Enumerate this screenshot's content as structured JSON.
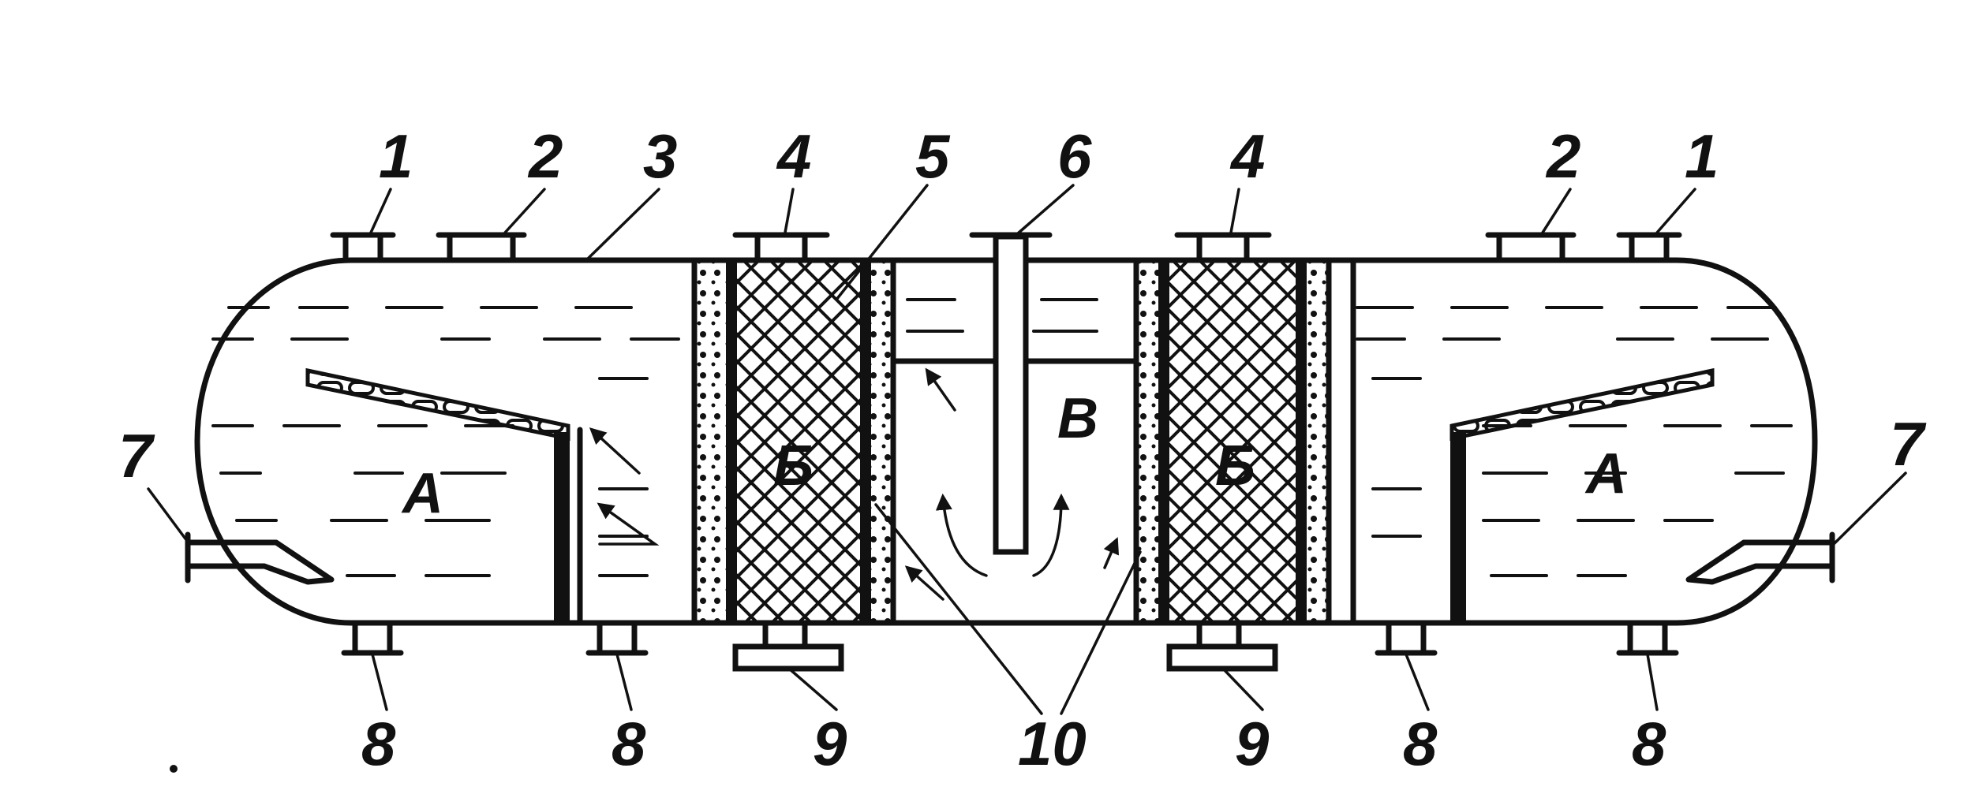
{
  "labels": {
    "n1": "1",
    "n2": "2",
    "n3": "3",
    "n4": "4",
    "n5": "5",
    "n6": "6",
    "n7": "7",
    "n8": "8",
    "n9": "9",
    "n10": "10"
  },
  "zones": {
    "a": "А",
    "b": "Б",
    "v": "В"
  }
}
